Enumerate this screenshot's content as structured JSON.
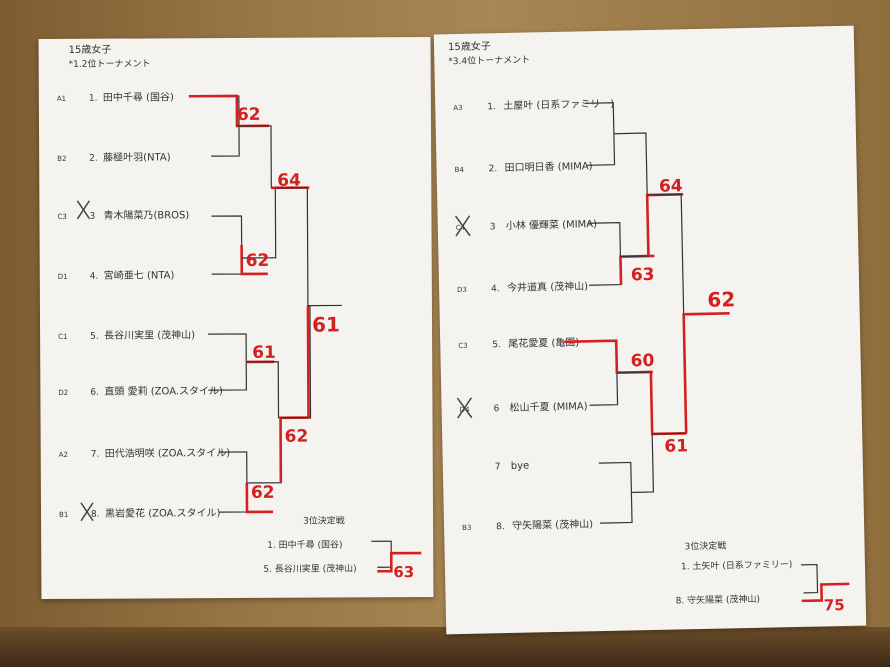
{
  "left_sheet": {
    "title_line1": "15歳女子",
    "title_line2": "*1.2位トーナメント",
    "players": [
      {
        "seed": "A1",
        "num": "1.",
        "name": "田中千尋 (国谷)"
      },
      {
        "seed": "B2",
        "num": "2.",
        "name": "藤極叶羽(NTA)"
      },
      {
        "seed": "C3",
        "num": "3",
        "name": "青木陽菜乃(BROS)"
      },
      {
        "seed": "D1",
        "num": "4.",
        "name": "宮崎亜七 (NTA)"
      },
      {
        "seed": "C1",
        "num": "5.",
        "name": "長谷川実里 (茂神山)"
      },
      {
        "seed": "D2",
        "num": "6.",
        "name": "直頭 愛莉 (ZOA.スタイル)"
      },
      {
        "seed": "A2",
        "num": "7.",
        "name": "田代浩明咲 (ZOA.スタイル)"
      },
      {
        "seed": "B1",
        "num": "8.",
        "name": "黒岩愛花 (ZOA.スタイル)"
      }
    ],
    "scores": [
      "62",
      "62",
      "61",
      "62",
      "64",
      "62",
      "61"
    ],
    "third_title": "3位決定戦",
    "third_p1": "1. 田中千尋 (国谷)",
    "third_p2": "5. 長谷川実里 (茂神山)",
    "third_score": "63"
  },
  "right_sheet": {
    "title_line1": "15歳女子",
    "title_line2": "*3.4位トーナメント",
    "players": [
      {
        "seed": "A3",
        "num": "1.",
        "name": "土屋叶 (日系ファミリー)"
      },
      {
        "seed": "B4",
        "num": "2.",
        "name": "田口明日香 (MIMA)"
      },
      {
        "seed": "C4",
        "num": "3",
        "name": "小林 優輝菜 (MIMA)"
      },
      {
        "seed": "D3",
        "num": "4.",
        "name": "今井道真 (茂神山)"
      },
      {
        "seed": "C3",
        "num": "5.",
        "name": "尾花愛夏 (亀国)"
      },
      {
        "seed": "D4",
        "num": "6",
        "name": "松山千夏 (MIMA)"
      },
      {
        "seed": "",
        "num": "7",
        "name": "bye"
      },
      {
        "seed": "B3",
        "num": "8.",
        "name": "守矢陽菜 (茂神山)"
      }
    ],
    "scores": [
      "63",
      "64",
      "60",
      "61",
      "62"
    ],
    "third_title": "3位決定戦",
    "third_p1": "1. 土矢叶 (日系ファミリー)",
    "third_p2": "8. 守矢陽菜 (茂神山)",
    "third_score": "75"
  },
  "colors": {
    "paper": "#f4f3f0",
    "ink": "#333333",
    "score_red": "#d42020",
    "wall": "#9a7846"
  }
}
